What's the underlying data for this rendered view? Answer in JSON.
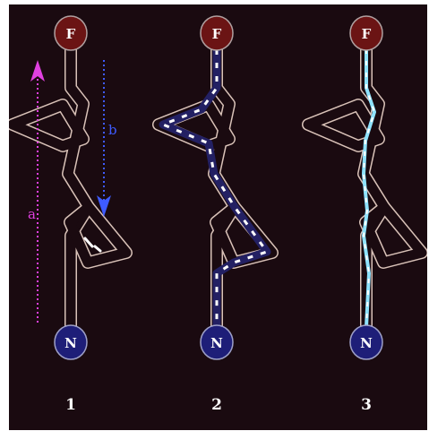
{
  "panels": [
    {
      "number_label": "1",
      "top_node": "F",
      "bottom_node": "N",
      "arrow_a_label": "a",
      "arrow_b_label": "b"
    },
    {
      "number_label": "2",
      "top_node": "F",
      "bottom_node": "N"
    },
    {
      "number_label": "3",
      "top_node": "F",
      "bottom_node": "N"
    }
  ],
  "colors": {
    "background": "#1a0a10",
    "node_top": "#6b1414",
    "node_bottom": "#1e1e78",
    "track_outline": "#d9c2b8",
    "track_fill_panel2": "#232063",
    "track_fill_panel3": "#3a2350",
    "arrow_a": "#e040e0",
    "arrow_b": "#3e5bff",
    "dash": "#ffffff",
    "highlight_path": "#8fe3ff"
  }
}
